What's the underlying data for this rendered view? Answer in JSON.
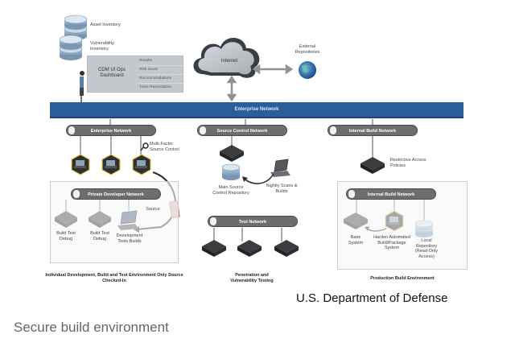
{
  "diagram": {
    "top": {
      "asset_inventory": "Asset Inventory",
      "vulnerability_inventory": "Vulnerability Inventory",
      "dashboard_title": "CDM UI Ops Dashboard",
      "dashboard_items": [
        "Results",
        "Risk Score",
        "Recommendations",
        "Track Remediation"
      ],
      "internet": "Internet",
      "external_repositories": "External Repositories"
    },
    "enterprise_bar": "Enterprise Network",
    "left": {
      "network": "Enterprise Network",
      "mfa": "Multi-Factor Source Control",
      "private_network": "Private Developer Network",
      "source_label": "Source",
      "nodes": [
        "Build Test Debug",
        "Build Test Debug",
        "Development Tools Builds"
      ],
      "section_caption": "Individual Development, Build and Test Environment Only Source Checked-In"
    },
    "middle": {
      "network": "Source Control Network",
      "repo": "Main Source Control Repository",
      "nightly": "Nightly Scans & Builds",
      "test_network": "Test Network",
      "section_caption": "Penetration and Vulnerability Testing"
    },
    "right": {
      "network": "Internal Build Network",
      "restrictive": "Restrictive Access Policies",
      "inner_network": "Internal Build Network",
      "nodes": [
        "Base System",
        "Harden Automated Build/Package System",
        "Local Repository (Read-Only Access)"
      ],
      "section_caption": "Production Build Environment"
    },
    "colors": {
      "enterprise_blue": "#2a5d9c",
      "pill_gray": "#6b6d70",
      "laptop_gold": "#e8c547"
    }
  },
  "credit": "U.S. Department of Defense",
  "caption": "Secure build environment"
}
